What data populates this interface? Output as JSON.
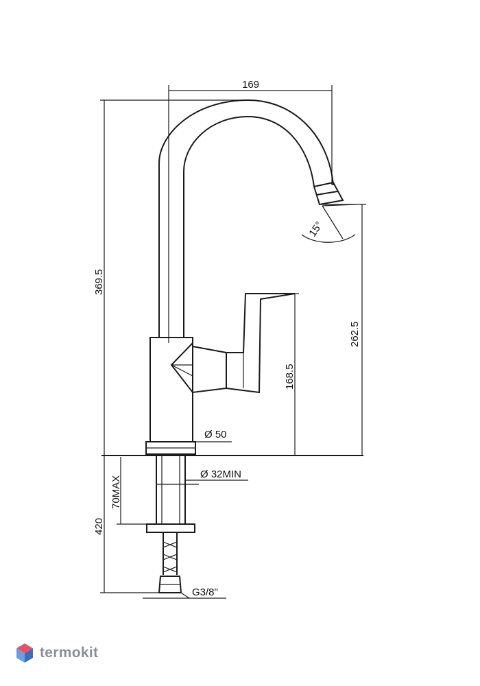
{
  "drawing": {
    "dimensions": {
      "top_width": "169",
      "total_height": "369.5",
      "spout_height": "262.5",
      "handle_height": "168.5",
      "body_diameter": "Ø 50",
      "hole_diameter": "Ø 32MIN",
      "max_thickness": "70MAX",
      "hose_length": "420",
      "connection": "G3/8\"",
      "angle": "15°"
    }
  },
  "logo": {
    "text": "termokit",
    "colors": {
      "top": "#e8506a",
      "left": "#6aa0e0",
      "right": "#3d6fb8"
    }
  }
}
